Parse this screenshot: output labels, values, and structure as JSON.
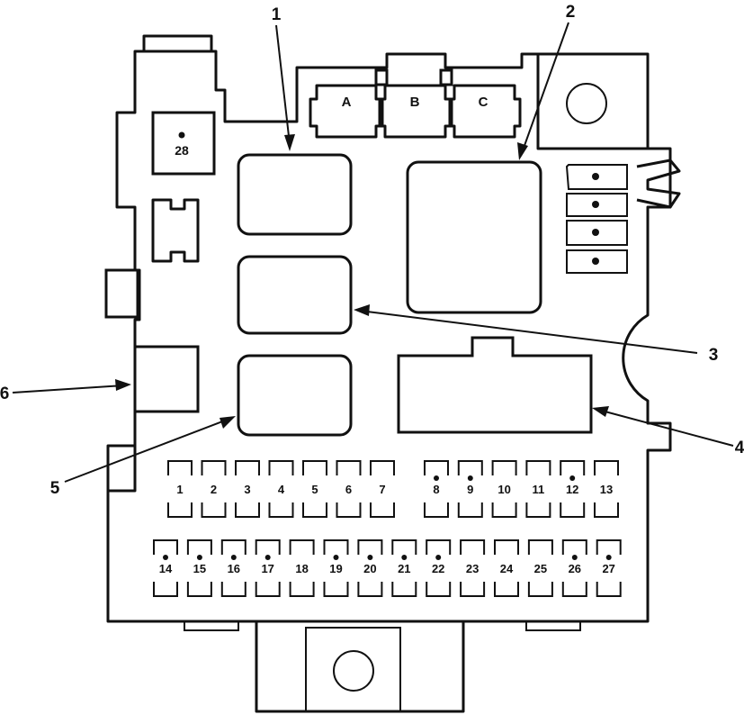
{
  "callouts": [
    "1",
    "2",
    "3",
    "4",
    "5",
    "6"
  ],
  "connectors": [
    "A",
    "B",
    "C"
  ],
  "top_fuse": "28",
  "fuse_row1": [
    {
      "label": "1",
      "dot": false
    },
    {
      "label": "2",
      "dot": false
    },
    {
      "label": "3",
      "dot": false
    },
    {
      "label": "4",
      "dot": false
    },
    {
      "label": "5",
      "dot": false
    },
    {
      "label": "6",
      "dot": false
    },
    {
      "label": "7",
      "dot": false
    },
    {
      "label": "8",
      "dot": true
    },
    {
      "label": "9",
      "dot": true
    },
    {
      "label": "10",
      "dot": false
    },
    {
      "label": "11",
      "dot": false
    },
    {
      "label": "12",
      "dot": true
    },
    {
      "label": "13",
      "dot": false
    }
  ],
  "fuse_row2": [
    {
      "label": "14",
      "dot": true
    },
    {
      "label": "15",
      "dot": true
    },
    {
      "label": "16",
      "dot": true
    },
    {
      "label": "17",
      "dot": true
    },
    {
      "label": "18",
      "dot": false
    },
    {
      "label": "19",
      "dot": true
    },
    {
      "label": "20",
      "dot": true
    },
    {
      "label": "21",
      "dot": true
    },
    {
      "label": "22",
      "dot": true
    },
    {
      "label": "23",
      "dot": false
    },
    {
      "label": "24",
      "dot": false
    },
    {
      "label": "25",
      "dot": false
    },
    {
      "label": "26",
      "dot": true
    },
    {
      "label": "27",
      "dot": true
    }
  ]
}
